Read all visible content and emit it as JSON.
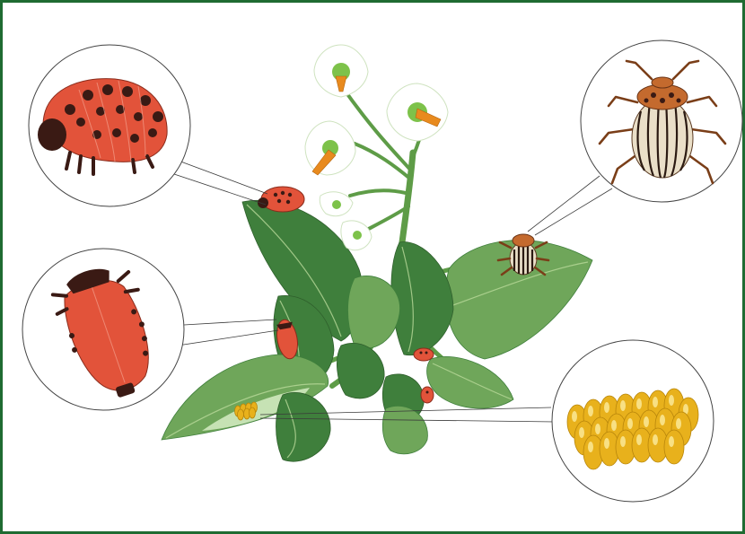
{
  "figure": {
    "subject": "potato-plant-with-colorado-beetle-life-stages",
    "stages": [
      {
        "id": "larva-late",
        "icon": "larva-icon"
      },
      {
        "id": "pupa",
        "icon": "pupa-icon"
      },
      {
        "id": "adult-beetle",
        "icon": "beetle-icon"
      },
      {
        "id": "egg-cluster",
        "icon": "eggs-icon"
      }
    ]
  },
  "colors": {
    "frame": "#1f6b32",
    "leaf_dark": "#3f7f3c",
    "leaf_light": "#6fa65a",
    "vein": "#b9d99a",
    "stem": "#5e9c47",
    "flower_petal": "#ffffff",
    "flower_center": "#7dc24a",
    "anther": "#e88a1e",
    "larva": "#e2533a",
    "larva_spots": "#3a1a14",
    "beetle_shell": "#eadfc8",
    "beetle_stripe": "#2b1a12",
    "beetle_head": "#c46a2e",
    "egg": "#e8b11c",
    "egg_shade": "#b8860b"
  }
}
